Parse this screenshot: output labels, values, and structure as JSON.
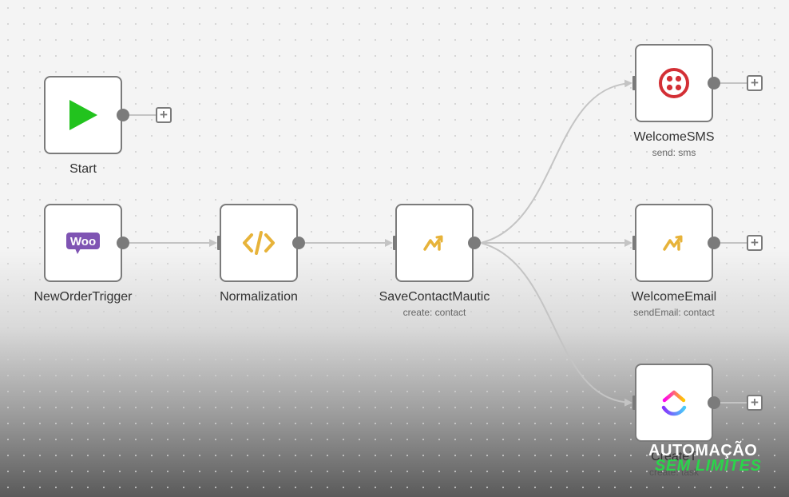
{
  "nodes": {
    "start": {
      "label": "Start",
      "sub": ""
    },
    "new_order_trigger": {
      "label": "NewOrderTrigger",
      "sub": ""
    },
    "normalization": {
      "label": "Normalization",
      "sub": ""
    },
    "save_contact_mautic": {
      "label": "SaveContactMautic",
      "sub": "create: contact"
    },
    "welcome_sms": {
      "label": "WelcomeSMS",
      "sub": "send: sms"
    },
    "welcome_email": {
      "label": "WelcomeEmail",
      "sub": "sendEmail: contact"
    },
    "create_task": {
      "label": "CreateT",
      "sub": "create: task"
    }
  },
  "icons": {
    "start": "play-icon",
    "new_order_trigger": "woocommerce-icon",
    "normalization": "code-icon",
    "save_contact_mautic": "mautic-icon",
    "welcome_sms": "twilio-icon",
    "welcome_email": "mautic-icon",
    "create_task": "clickup-icon"
  },
  "woo_text": "Woo",
  "add_symbol": "+",
  "brand": {
    "line1": "AUTOMAÇÃO",
    "line2": "SEM LIMITES"
  },
  "colors": {
    "play": "#22c31e",
    "woo": "#7f54b3",
    "code": "#e7b33a",
    "mautic": "#e7b33a",
    "twilio": "#d32f35",
    "node_border": "#7b7b7b",
    "brand_green": "#2bd44b"
  }
}
